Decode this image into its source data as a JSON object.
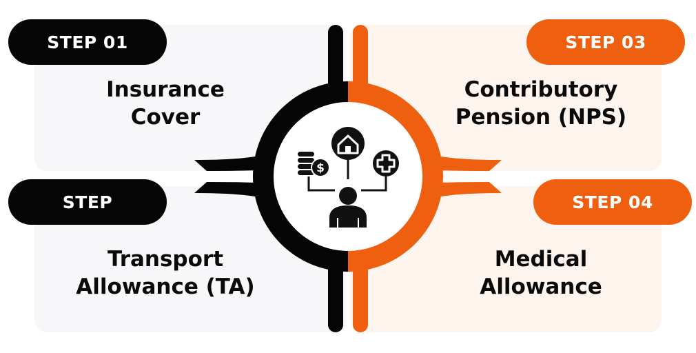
{
  "steps": [
    {
      "label": "STEP 01",
      "title_lines": [
        "Insurance",
        "Cover"
      ]
    },
    {
      "label": "STEP",
      "title_lines": [
        "Transport",
        "Allowance (TA)"
      ]
    },
    {
      "label": "STEP 03",
      "title_lines": [
        "Contributory",
        "Pension (NPS)"
      ]
    },
    {
      "label": "STEP 04",
      "title_lines": [
        "Medical",
        "Allowance"
      ]
    }
  ],
  "colors": {
    "dark": "#050505",
    "accent": "#ee5f10",
    "left_panel": "#f7f6f8",
    "right_panel": "#fdf4ee"
  },
  "icons": [
    "coins-dollar-icon",
    "house-icon",
    "medical-cross-icon",
    "person-icon"
  ]
}
